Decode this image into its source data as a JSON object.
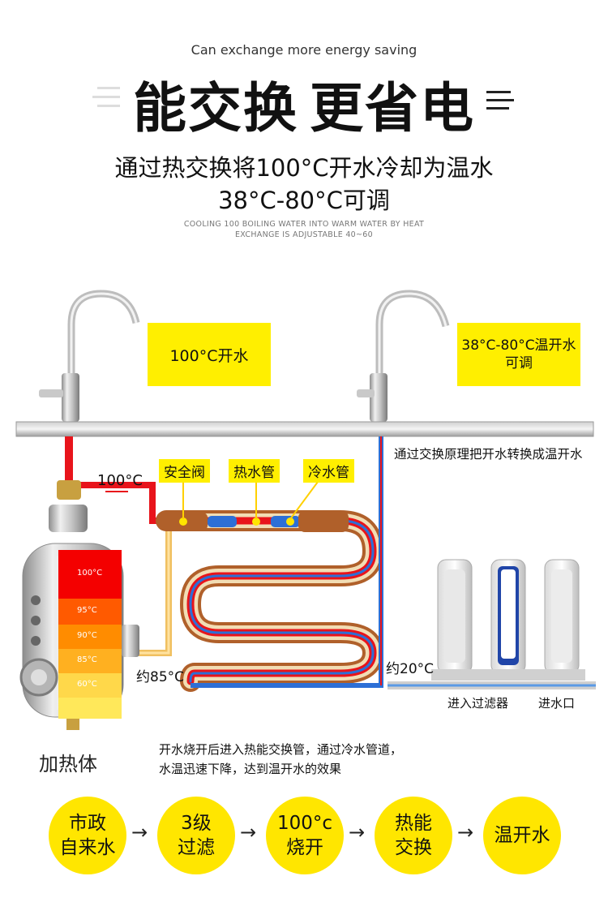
{
  "header": {
    "subtitle_en": "Can exchange more energy saving",
    "title_part1": "能交换",
    "title_part2": "更省电",
    "desc_line1": "通过热交换将100°C开水冷却为温水",
    "desc_line2": "38°C-80°C可调",
    "desc_en_line1": "COOLING 100 BOILING WATER INTO WARM WATER BY HEAT",
    "desc_en_line2": "EXCHANGE IS ADJUSTABLE 40~60"
  },
  "diagram": {
    "faucet_hot_label": "100°C开水",
    "faucet_warm_label_line1": "38°C-80°C温开水",
    "faucet_warm_label_line2": "可调",
    "exchange_note": "通过交换原理把开水转换成温开水",
    "label_safety_valve": "安全阀",
    "label_hot_pipe": "热水管",
    "label_cold_pipe": "冷水管",
    "temp_100": "100°C",
    "temp_85": "约85°C",
    "temp_20": "约20°C",
    "tank_levels": [
      "100°C",
      "95°C",
      "90°C",
      "85°C",
      "60°C"
    ],
    "tank_level_colors": [
      "#f40000",
      "#ff5a00",
      "#ff8c00",
      "#ffb020",
      "#ffd84a"
    ],
    "heater_label": "加热体",
    "filter_in_label": "进入过滤器",
    "inlet_label": "进水口",
    "process_note_line1": "开水烧开后进入热能交换管，通过冷水管道，",
    "process_note_line2": "水温迅速下降，达到温开水的效果"
  },
  "flow": {
    "steps": [
      {
        "line1": "市政",
        "line2": "自来水"
      },
      {
        "line1": "3级",
        "line2": "过滤"
      },
      {
        "line1": "100°c",
        "line2": "烧开"
      },
      {
        "line1": "热能",
        "line2": "交换"
      },
      {
        "line1": "温开水",
        "line2": ""
      }
    ],
    "arrow": "→"
  },
  "colors": {
    "accent_yellow": "#ffe600",
    "hot_red": "#e8141b",
    "cold_blue": "#2d6fd6",
    "pipe_brown": "#b0602a"
  }
}
